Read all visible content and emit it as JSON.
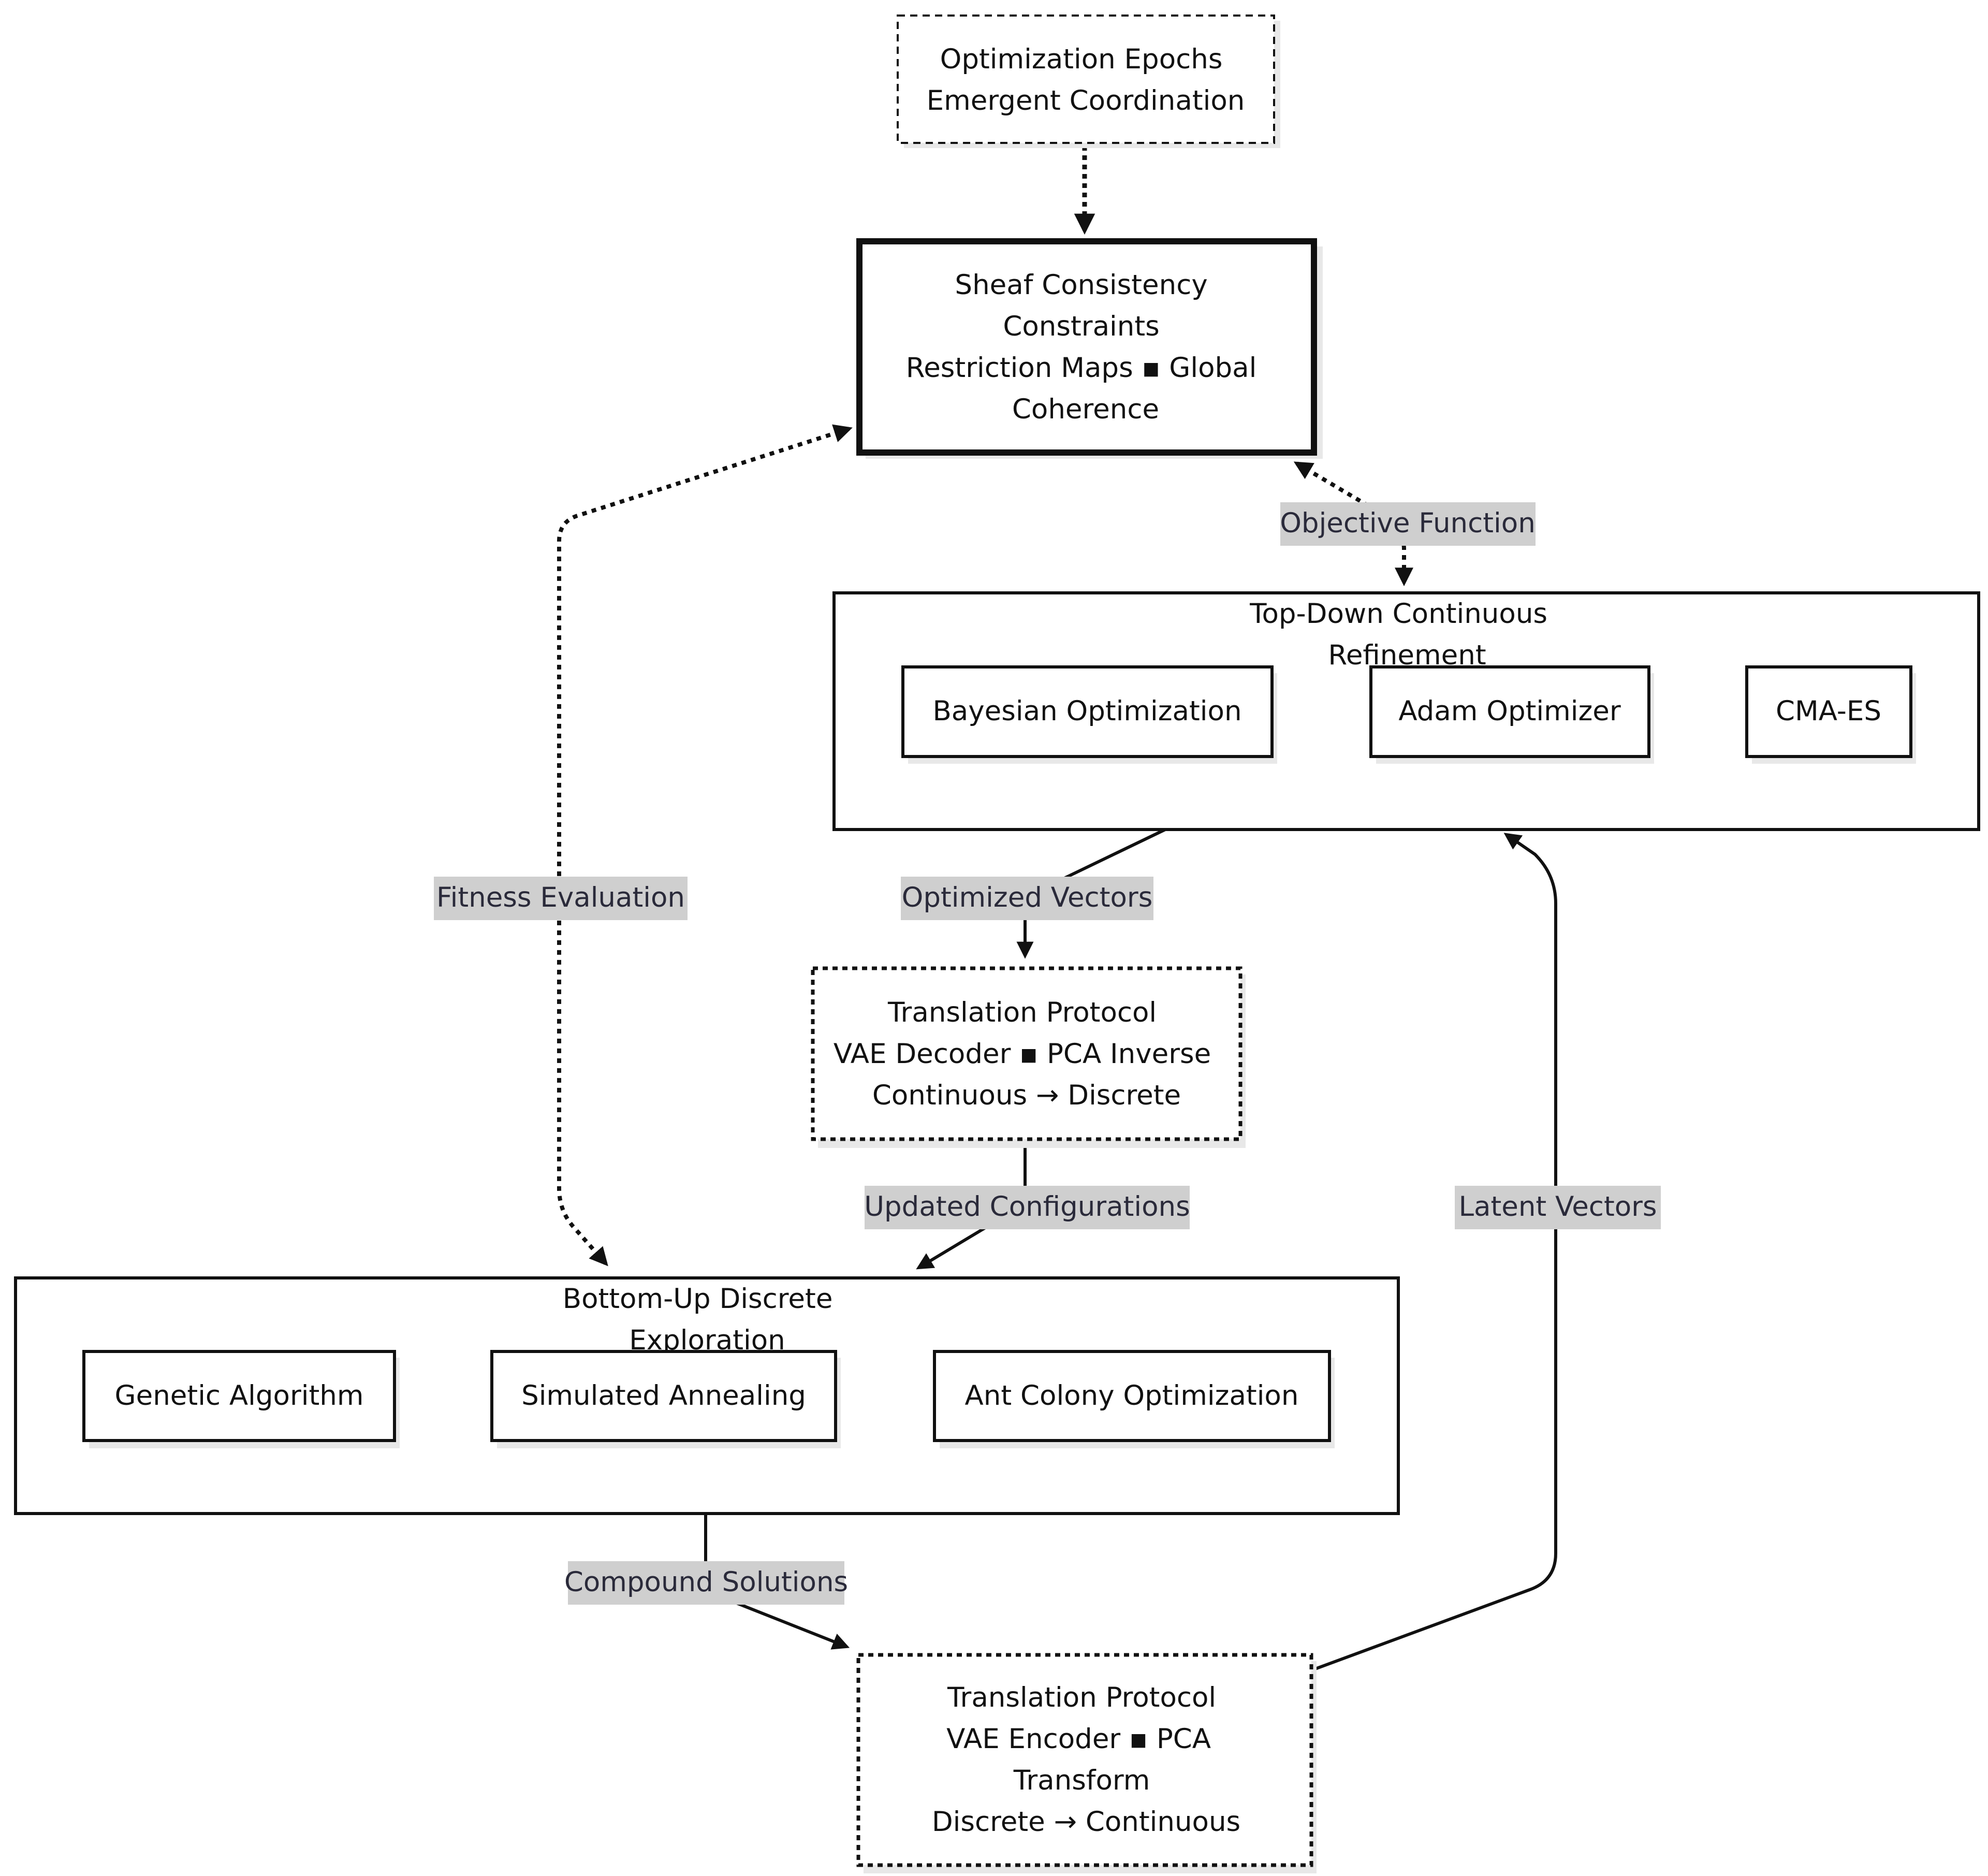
{
  "nodes": {
    "epochs": {
      "lines": [
        "Optimization Epochs",
        "Emergent Coordination"
      ]
    },
    "sheaf": {
      "lines": [
        "Sheaf Consistency",
        "Constraints",
        "Restriction Maps ▪ Global",
        "Coherence"
      ]
    },
    "top_down": {
      "title_lines": [
        "Top-Down Continuous",
        "Refinement"
      ],
      "items": [
        "Bayesian Optimization",
        "Adam Optimizer",
        "CMA-ES"
      ]
    },
    "translation_decode": {
      "lines": [
        "Translation Protocol",
        "VAE Decoder ▪ PCA Inverse",
        "Continuous → Discrete"
      ]
    },
    "bottom_up": {
      "title_lines": [
        "Bottom-Up Discrete",
        "Exploration"
      ],
      "items": [
        "Genetic Algorithm",
        "Simulated Annealing",
        "Ant Colony Optimization"
      ]
    },
    "translation_encode": {
      "lines": [
        "Translation Protocol",
        "VAE Encoder ▪ PCA",
        "Transform",
        "Discrete → Continuous"
      ]
    }
  },
  "edges": {
    "objective_function": "Objective Function",
    "fitness_evaluation": "Fitness Evaluation",
    "optimized_vectors": "Optimized Vectors",
    "updated_configurations": "Updated Configurations",
    "latent_vectors": "Latent Vectors",
    "compound_solutions": "Compound Solutions"
  }
}
